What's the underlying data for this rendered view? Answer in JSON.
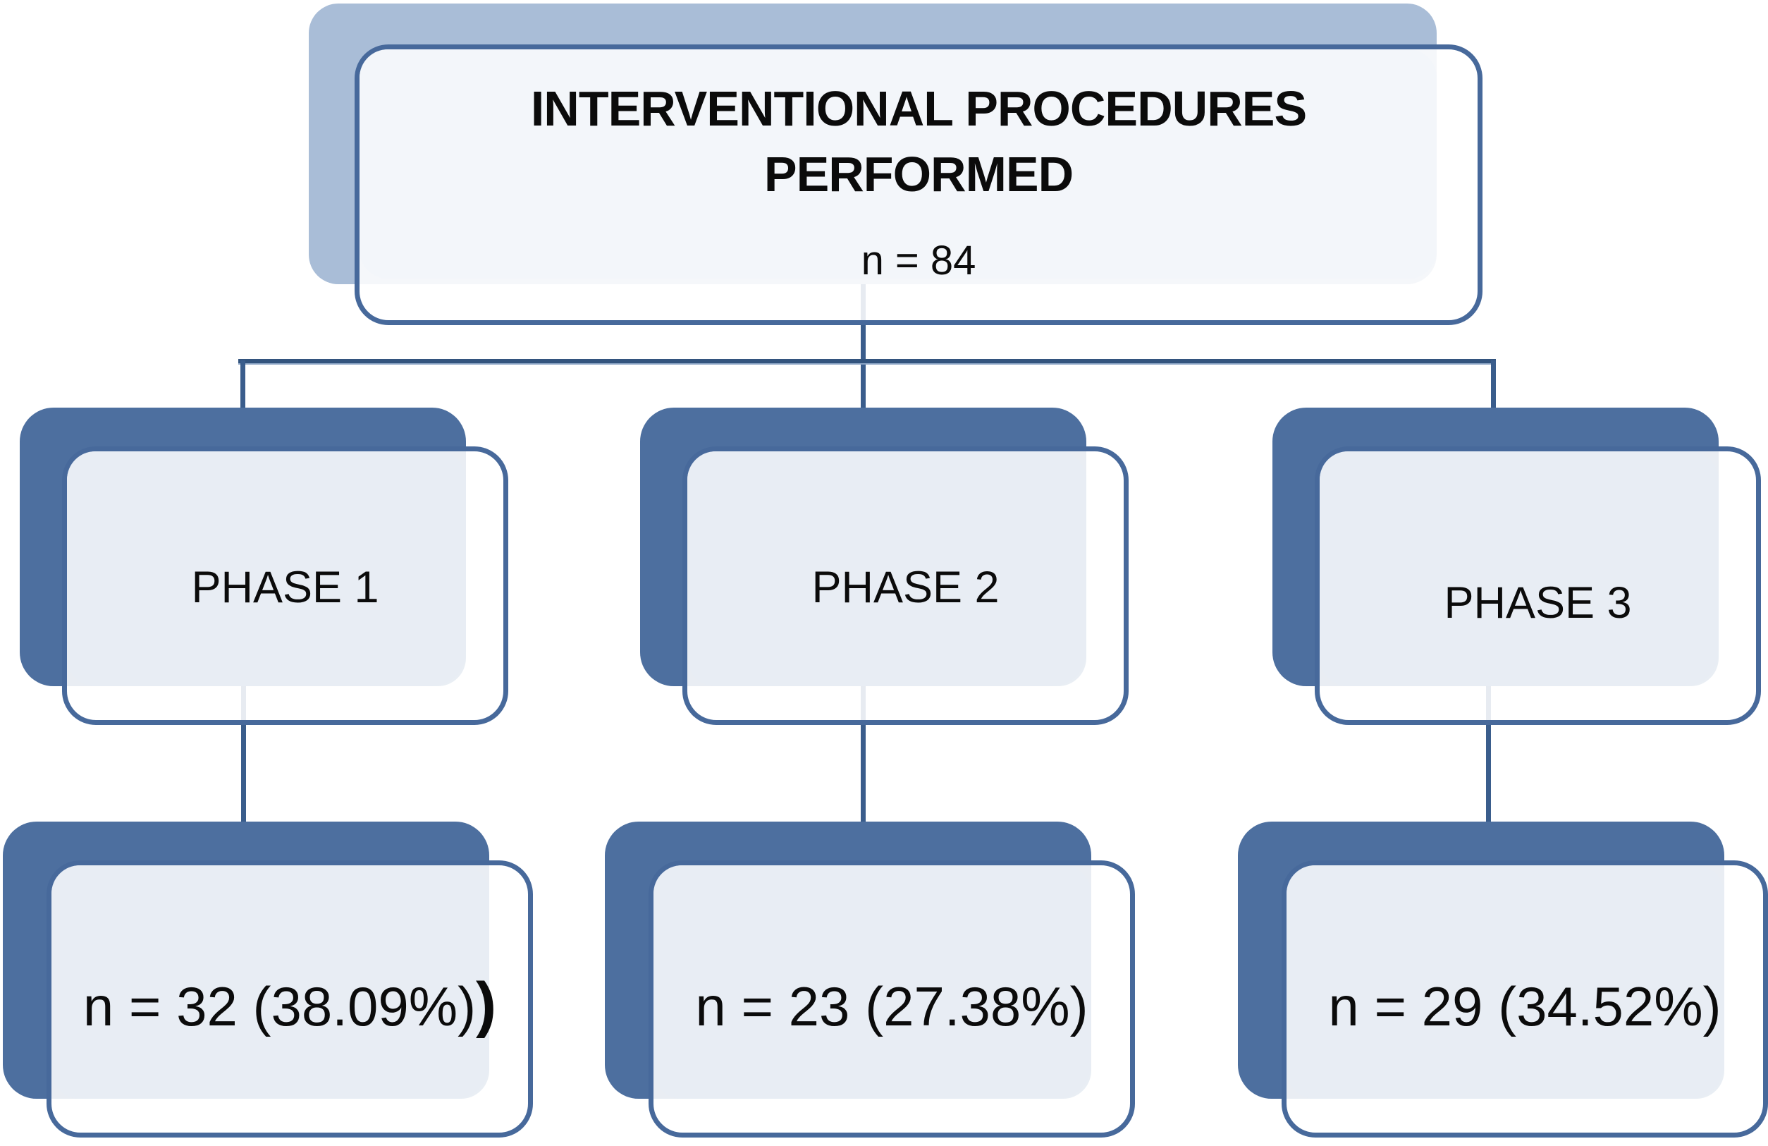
{
  "diagram": {
    "root": {
      "title_line1": "INTERVENTIONAL PROCEDURES",
      "title_line2": "PERFORMED",
      "count": "n = 84"
    },
    "phases": [
      {
        "label": "PHASE 1",
        "count": "n = 32 (38.09%)",
        "count_suffix": ")"
      },
      {
        "label": "PHASE 2",
        "count": "n = 23 (27.38%)",
        "count_suffix": ""
      },
      {
        "label": "PHASE 3",
        "count": "n = 29 (34.52%)",
        "count_suffix": ""
      }
    ],
    "colors": {
      "node_shadow_blue": "#4d6f9f",
      "root_shadow_blue": "#a9bdd7",
      "box_border_blue": "#47699b",
      "panel_gray": "#e9edf3",
      "connector_blue": "#3a5d8c",
      "text": "#0b0b0b"
    }
  }
}
